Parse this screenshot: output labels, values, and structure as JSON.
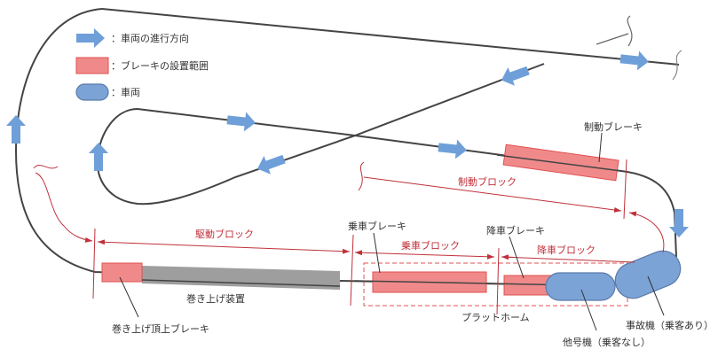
{
  "legend": {
    "direction": "：車両の進行方向",
    "brake_area": "：ブレーキの設置範囲",
    "vehicle": "：車両"
  },
  "labels": {
    "braking_brake": "制動ブレーキ",
    "braking_block": "制動ブロック",
    "drive_block": "駆動ブロック",
    "boarding_brake": "乗車ブレーキ",
    "boarding_block": "乗車ブロック",
    "exit_brake": "降車ブレーキ",
    "exit_block": "降車ブロック",
    "lift": "巻き上げ装置",
    "lift_top_brake": "巻き上げ頂上ブレーキ",
    "platform": "プラットホーム",
    "accident_car": "事故機（乗客あり）",
    "other_car": "他号機（乗客なし）"
  },
  "colors": {
    "arrow": "#6f9fd8",
    "brake": "#f08a8a",
    "vehicle": "#7ba3d6",
    "dimension": "#c0303a"
  }
}
